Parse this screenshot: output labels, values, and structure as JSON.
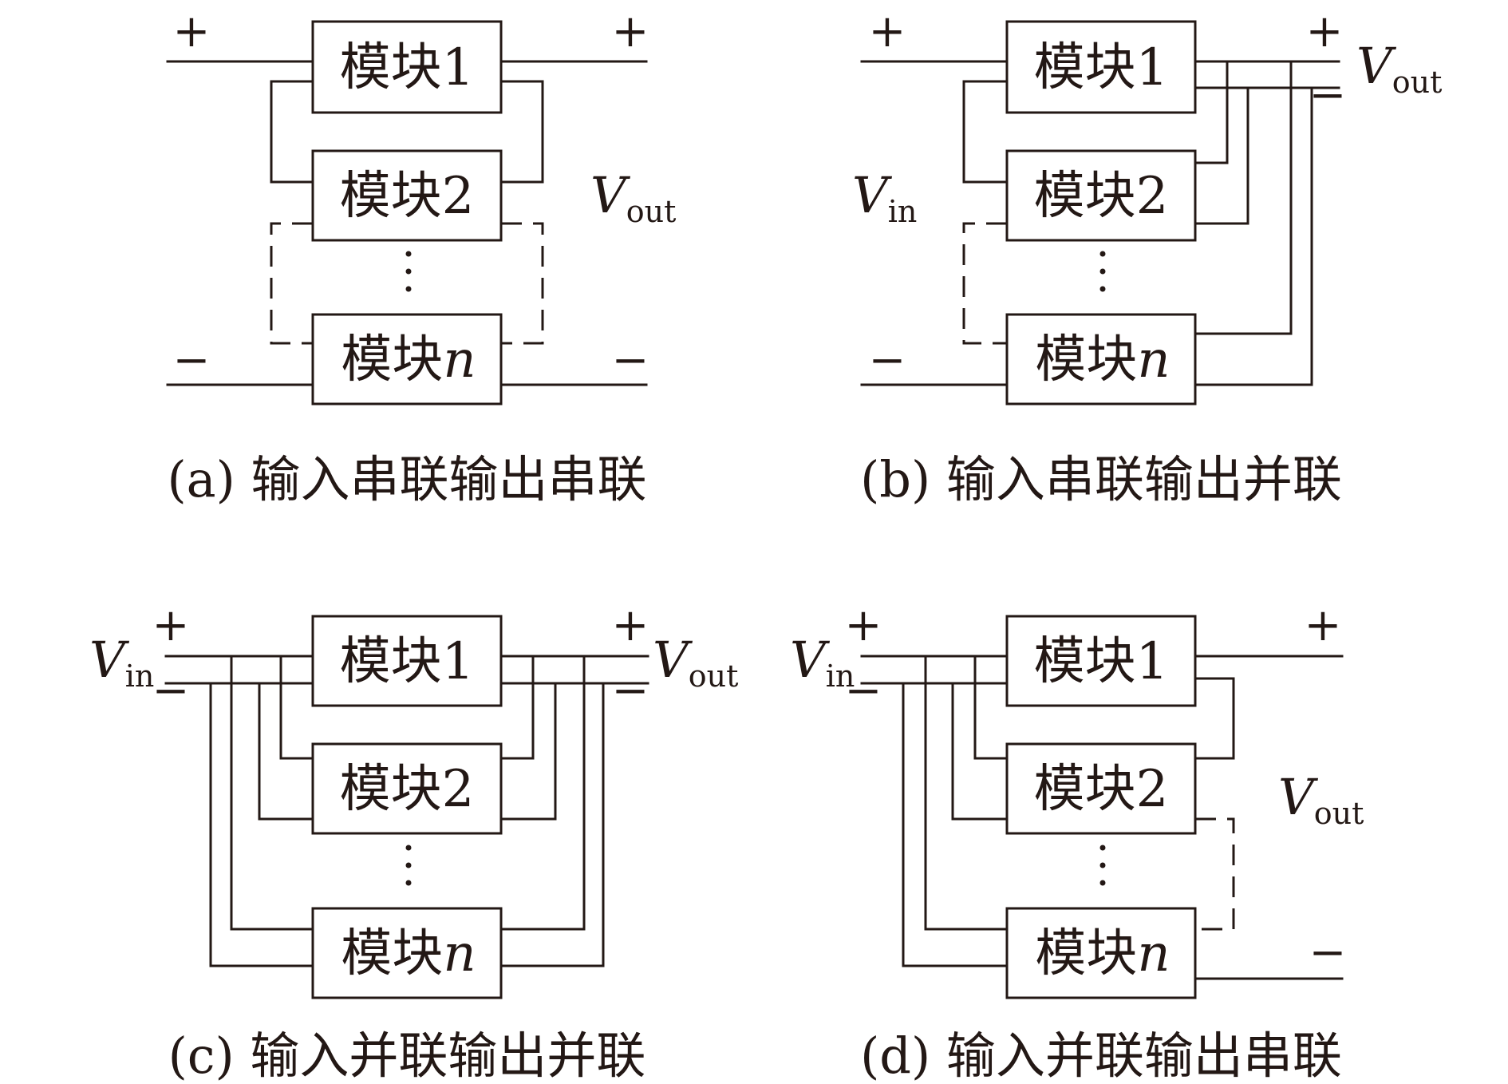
{
  "modules": {
    "m1": "模块1",
    "m2": "模块2",
    "mn_prefix": "模块",
    "mn_var": "n"
  },
  "terminals": {
    "plus": "+",
    "minus": "−"
  },
  "voltages": {
    "v": "V",
    "in": "in",
    "out": "out"
  },
  "panels": [
    {
      "id": "a",
      "caption": "(a) 输入串联输出串联"
    },
    {
      "id": "b",
      "caption": "(b) 输入串联输出并联"
    },
    {
      "id": "c",
      "caption": "(c) 输入并联输出并联"
    },
    {
      "id": "d",
      "caption": "(d) 输入并联输出串联"
    }
  ],
  "colors": {
    "ink": "#231815",
    "background": "#ffffff"
  }
}
